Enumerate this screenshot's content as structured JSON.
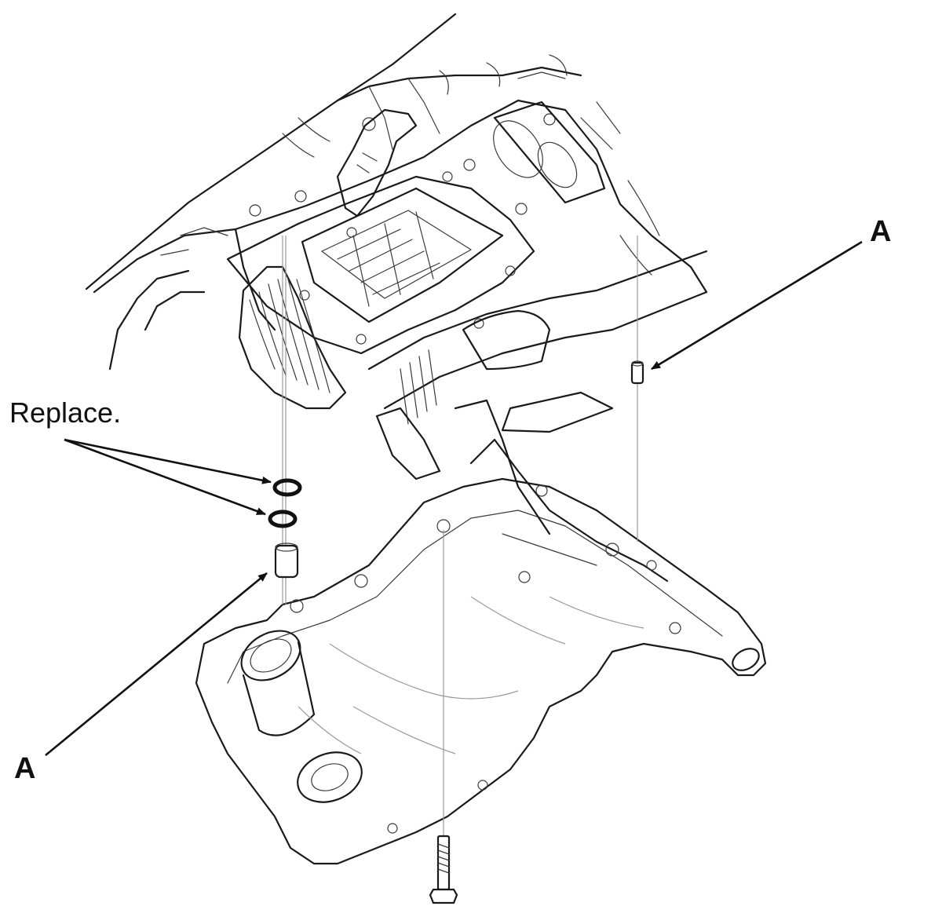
{
  "callouts": {
    "a_upper": "A",
    "a_lower": "A",
    "replace_note": "Replace."
  },
  "colors": {
    "line": "#1a1a1a",
    "background": "#ffffff"
  },
  "icons": [
    "arrow-head-icon"
  ]
}
